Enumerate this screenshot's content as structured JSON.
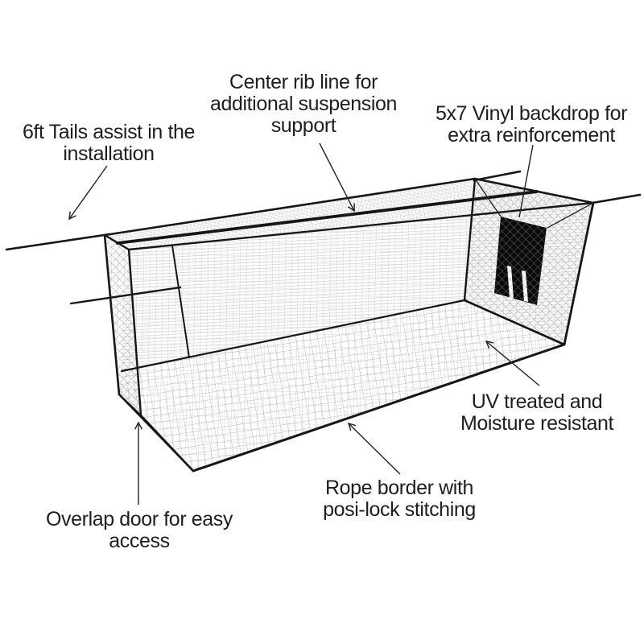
{
  "colors": {
    "background": "#ffffff",
    "line": "#161616",
    "text": "#1e1e1e",
    "backdrop_black": "#0a0a0a",
    "mesh_gray": "#bdbdbd"
  },
  "diagram": {
    "annotations": [
      {
        "id": "tails",
        "lines": [
          "6ft Tails assist in the",
          "installation"
        ]
      },
      {
        "id": "center-rib",
        "lines": [
          "Center rib line for",
          "additional suspension",
          "support"
        ]
      },
      {
        "id": "vinyl-backdrop",
        "lines": [
          "5x7 Vinyl backdrop for",
          "extra reinforcement"
        ]
      },
      {
        "id": "uv-treated",
        "lines": [
          "UV treated and",
          "Moisture resistant"
        ]
      },
      {
        "id": "rope-border",
        "lines": [
          "Rope border with",
          "posi-lock stitching"
        ]
      },
      {
        "id": "overlap-door",
        "lines": [
          "Overlap door for easy",
          "access"
        ]
      }
    ]
  }
}
